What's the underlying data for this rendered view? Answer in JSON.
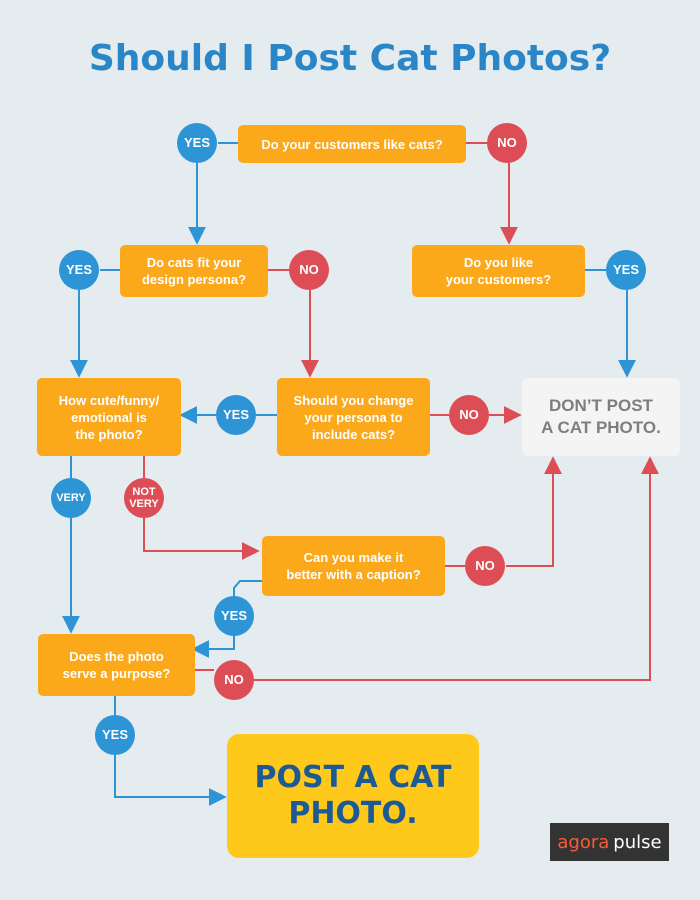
{
  "title": "Should I Post Cat Photos?",
  "colors": {
    "background": "#e4ecef",
    "question_box": "#fba81b",
    "yes": "#2d94d5",
    "no": "#dd4d56",
    "title": "#2a86c6",
    "post_box": "#ffc91b",
    "post_text": "#1c5a96"
  },
  "nodes": {
    "customers_like_cats": "Do your customers like cats?",
    "fit_persona": "Do cats fit your\ndesign persona?",
    "like_customers": "Do you like\nyour customers?",
    "how_cute": "How cute/funny/\nemotional is\nthe photo?",
    "change_persona": "Should you change\nyour persona to\ninclude cats?",
    "dont_post": "DON’T POST\nA CAT PHOTO.",
    "caption": "Can you make it\nbetter with a caption?",
    "purpose": "Does the photo\nserve a purpose?",
    "post": "POST A CAT\nPHOTO."
  },
  "labels": {
    "yes": "YES",
    "no": "NO",
    "very": "VERY",
    "not_very": "NOT\nVERY"
  },
  "logo": {
    "part1": "agora",
    "part2": "pulse"
  }
}
